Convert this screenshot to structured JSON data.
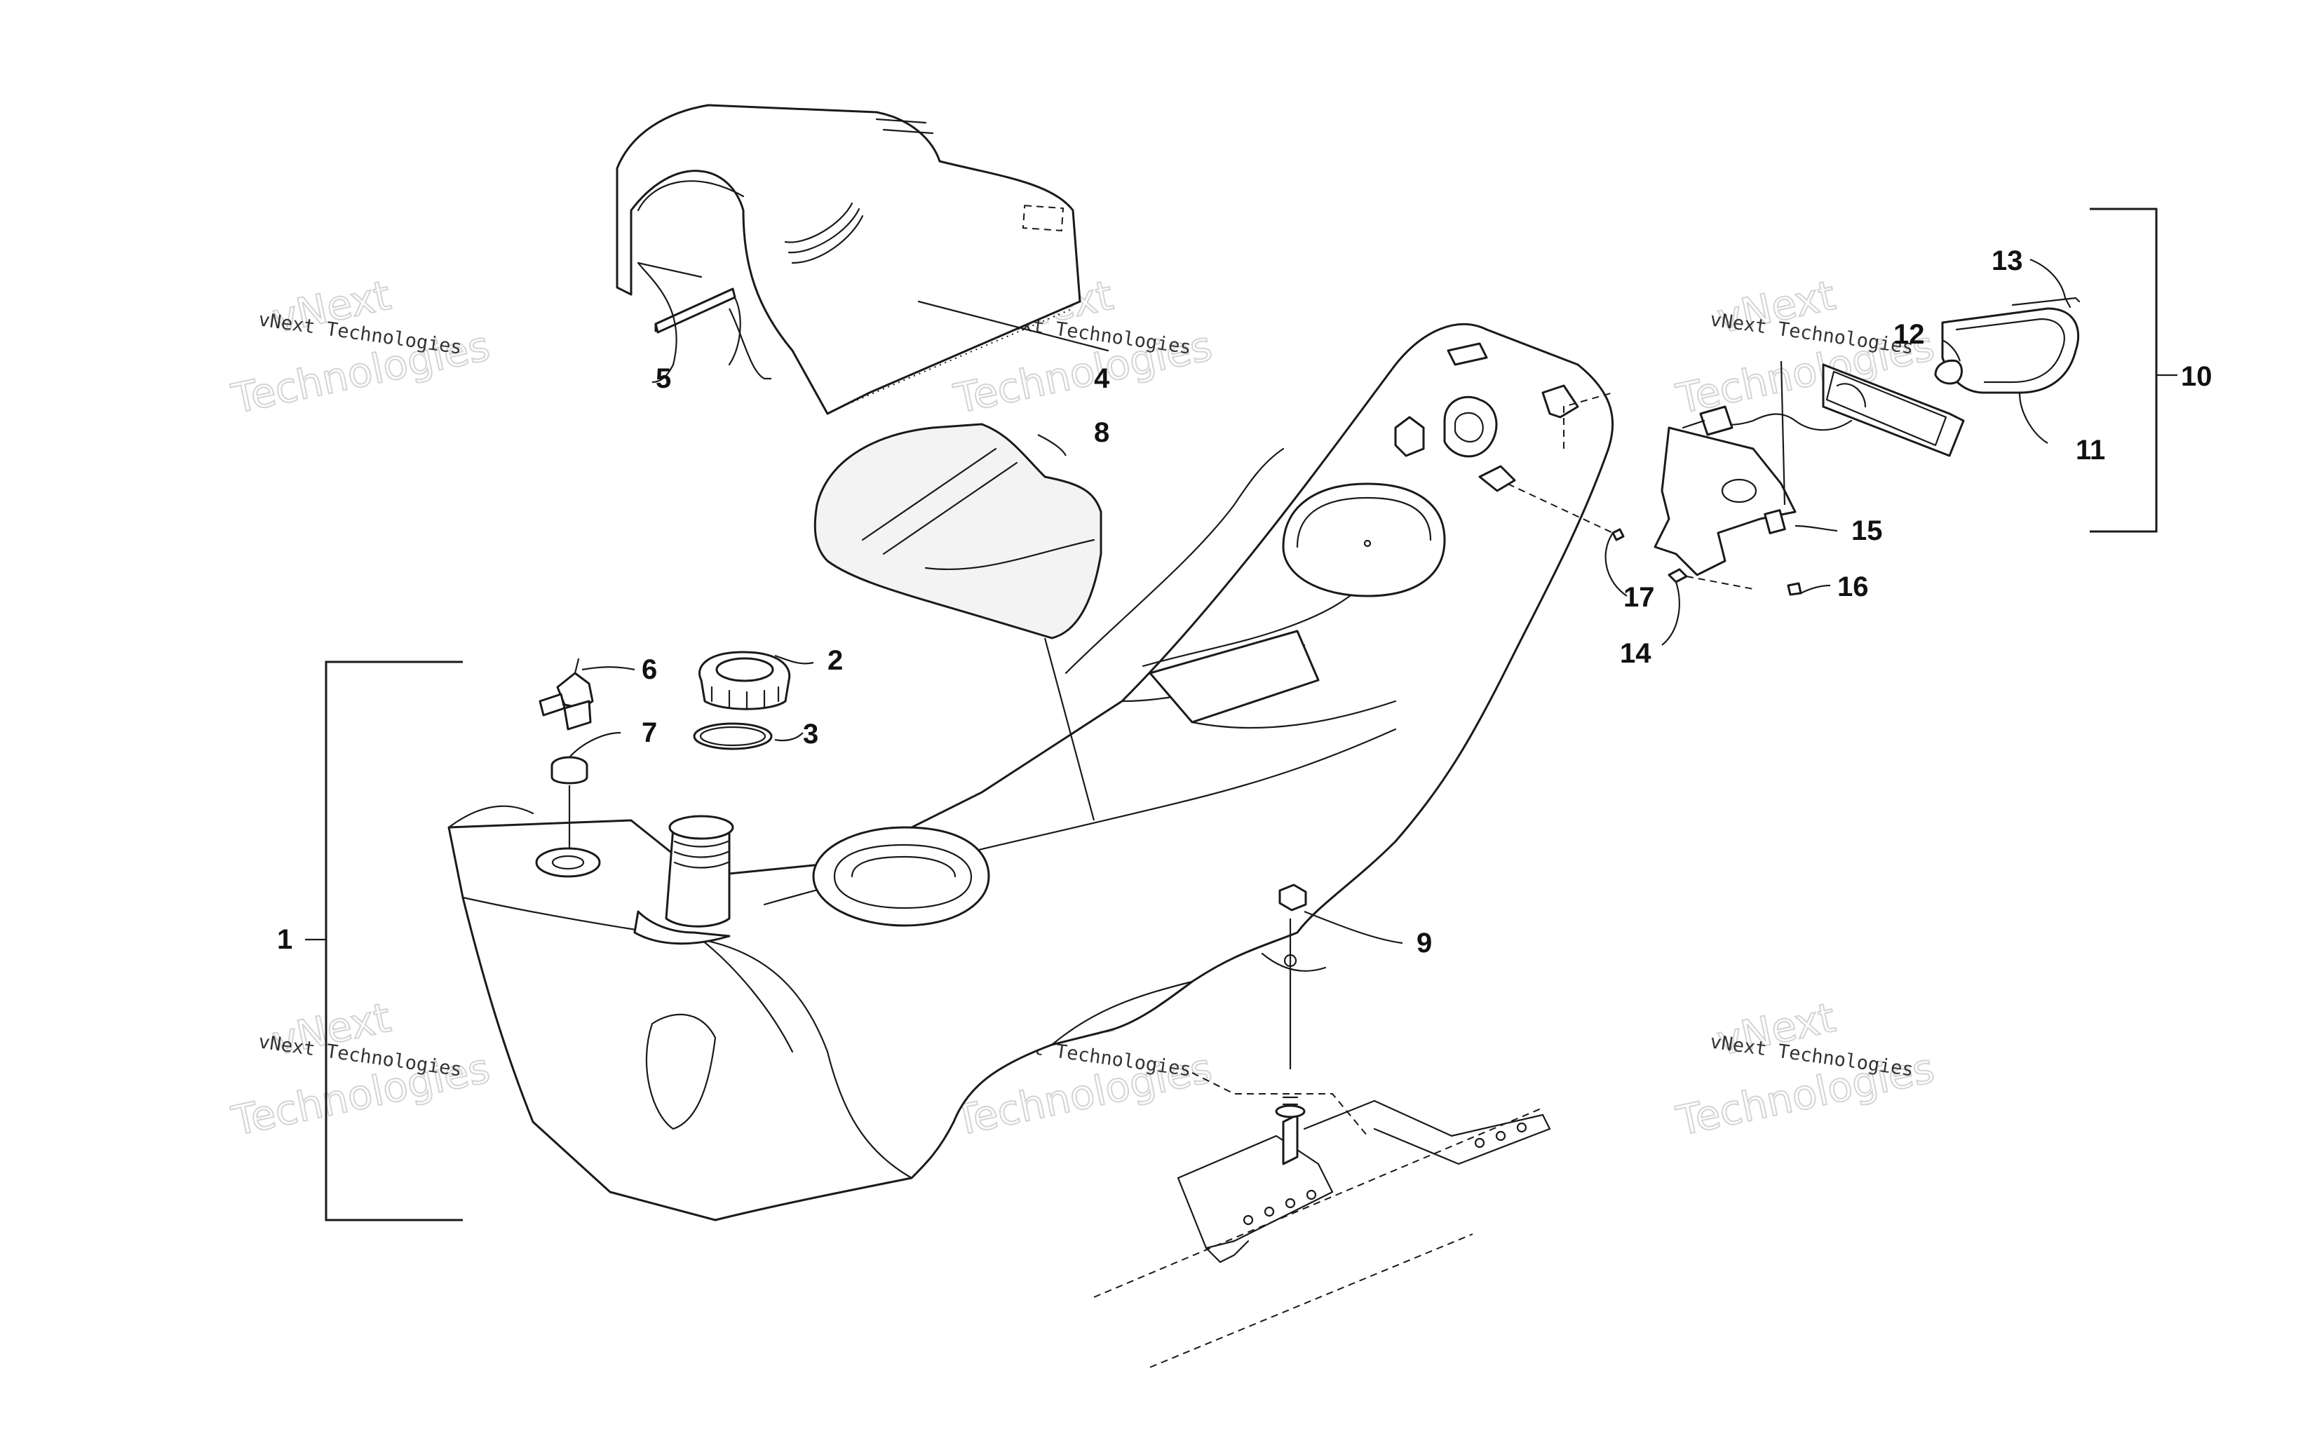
{
  "callouts": [
    "1",
    "2",
    "3",
    "4",
    "5",
    "6",
    "7",
    "8",
    "9",
    "10",
    "11",
    "12",
    "13",
    "14",
    "15",
    "16",
    "17"
  ],
  "watermark": {
    "small": "vNext Technologies",
    "big_line1": "vNext",
    "big_line2": "Technologies"
  },
  "colors": {
    "line": "#1a1a1a",
    "background": "#ffffff",
    "watermark": "#d4d4d4"
  }
}
